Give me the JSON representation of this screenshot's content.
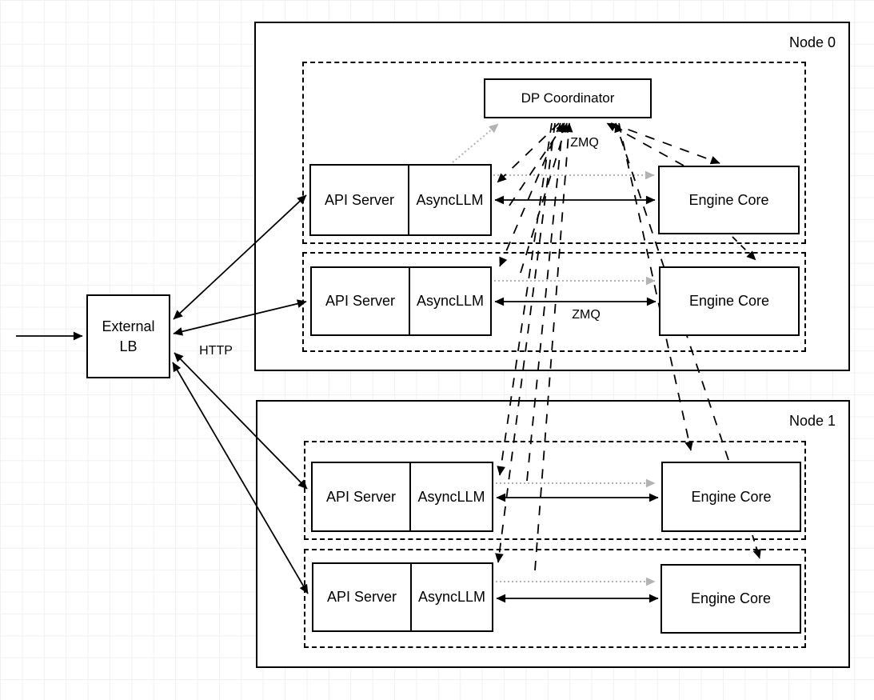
{
  "nodes": [
    {
      "title": "Node 0"
    },
    {
      "title": "Node 1"
    }
  ],
  "coordinator": {
    "label": "DP Coordinator"
  },
  "lb": {
    "line1": "External",
    "line2": "LB"
  },
  "rows": [
    {
      "api": "API Server",
      "asyncllm": "AsyncLLM",
      "engine": "Engine Core"
    },
    {
      "api": "API Server",
      "asyncllm": "AsyncLLM",
      "engine": "Engine Core"
    },
    {
      "api": "API Server",
      "asyncllm": "AsyncLLM",
      "engine": "Engine Core"
    },
    {
      "api": "API Server",
      "asyncllm": "AsyncLLM",
      "engine": "Engine Core"
    }
  ],
  "labels": {
    "http": "HTTP",
    "zmq_row1": "ZMQ",
    "zmq_row2": "ZMQ"
  },
  "colors": {
    "outline": "#000000",
    "gray_arrow": "#b3b3b3",
    "background": "#ffffff",
    "grid": "#f1f1f1"
  },
  "connections": [
    {
      "from": "client",
      "to": "External LB",
      "style": "solid",
      "arrows": "end"
    },
    {
      "from": "External LB",
      "to": "API Server node0 row0",
      "style": "solid",
      "arrows": "both",
      "label": "HTTP"
    },
    {
      "from": "External LB",
      "to": "API Server node0 row1",
      "style": "solid",
      "arrows": "both",
      "label": "HTTP"
    },
    {
      "from": "External LB",
      "to": "API Server node1 row0",
      "style": "solid",
      "arrows": "both",
      "label": "HTTP"
    },
    {
      "from": "External LB",
      "to": "API Server node1 row1",
      "style": "solid",
      "arrows": "both",
      "label": "HTTP"
    },
    {
      "from": "AsyncLLM node0 row0",
      "to": "Engine Core node0 row0",
      "style": "solid",
      "arrows": "both",
      "label": "ZMQ"
    },
    {
      "from": "AsyncLLM node0 row1",
      "to": "Engine Core node0 row1",
      "style": "solid",
      "arrows": "both",
      "label": "ZMQ"
    },
    {
      "from": "AsyncLLM node1 row0",
      "to": "Engine Core node1 row0",
      "style": "solid",
      "arrows": "both"
    },
    {
      "from": "AsyncLLM node1 row1",
      "to": "Engine Core node1 row1",
      "style": "solid",
      "arrows": "both"
    },
    {
      "from": "AsyncLLM node0 row0",
      "to": "DP Coordinator",
      "style": "gray-dotted",
      "arrows": "end"
    },
    {
      "from": "AsyncLLM node0 row0",
      "to": "Engine Core node0 row0",
      "style": "gray-dotted",
      "arrows": "end"
    },
    {
      "from": "AsyncLLM node0 row1",
      "to": "Engine Core node0 row1",
      "style": "gray-dotted",
      "arrows": "end"
    },
    {
      "from": "AsyncLLM node1 row0",
      "to": "Engine Core node1 row0",
      "style": "gray-dotted",
      "arrows": "end"
    },
    {
      "from": "AsyncLLM node1 row1",
      "to": "Engine Core node1 row1",
      "style": "gray-dotted",
      "arrows": "end"
    },
    {
      "from": "AsyncLLM node0 row0",
      "to": "DP Coordinator",
      "style": "dashed",
      "arrows": "end"
    },
    {
      "from": "AsyncLLM node0 row1",
      "to": "DP Coordinator",
      "style": "dashed",
      "arrows": "end"
    },
    {
      "from": "AsyncLLM node1 row0",
      "to": "DP Coordinator",
      "style": "dashed",
      "arrows": "end"
    },
    {
      "from": "AsyncLLM node1 row1",
      "to": "DP Coordinator",
      "style": "dashed",
      "arrows": "end"
    },
    {
      "from": "DP Coordinator",
      "to": "AsyncLLM node0 row0",
      "style": "dashed",
      "arrows": "end"
    },
    {
      "from": "DP Coordinator",
      "to": "AsyncLLM node0 row1",
      "style": "dashed",
      "arrows": "end"
    },
    {
      "from": "DP Coordinator",
      "to": "AsyncLLM node1 row0",
      "style": "dashed",
      "arrows": "end"
    },
    {
      "from": "DP Coordinator",
      "to": "AsyncLLM node1 row1",
      "style": "dashed",
      "arrows": "end"
    },
    {
      "from": "DP Coordinator",
      "to": "Engine Core node0 row0",
      "style": "dashed",
      "arrows": "end"
    },
    {
      "from": "Engine Core node0 row0",
      "to": "DP Coordinator",
      "style": "dashed",
      "arrows": "end"
    },
    {
      "from": "DP Coordinator",
      "to": "Engine Core node1 row0",
      "style": "dashed",
      "arrows": "end"
    },
    {
      "from": "Engine Core node1 row0",
      "to": "DP Coordinator",
      "style": "dashed",
      "arrows": "end"
    },
    {
      "from": "Engine Core node0 row0",
      "to": "Engine Core node0 row1",
      "style": "dashed",
      "arrows": "end"
    },
    {
      "from": "Engine Core node1 row0",
      "to": "Engine Core node1 row1",
      "style": "dashed",
      "arrows": "end"
    }
  ]
}
